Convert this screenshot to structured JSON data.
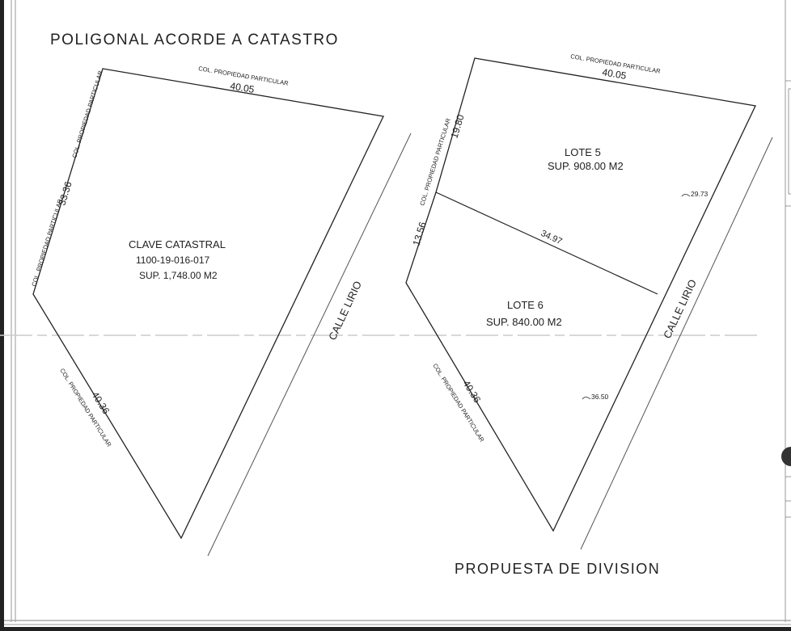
{
  "left_plan": {
    "title": "POLIGONAL ACORDE A CATASTRO",
    "boundary_label": "COL. PROPIEDAD PARTICULAR",
    "top_length": "40.05",
    "left_length": "33.36",
    "bottom_length": "40.36",
    "street": "CALLE LIRIO",
    "parcel": {
      "label": "CLAVE CATASTRAL",
      "key": "1100-19-016-017",
      "area": "SUP. 1,748.00 M2"
    }
  },
  "right_plan": {
    "title": "PROPUESTA DE DIVISION",
    "boundary_label": "COL. PROPIEDAD PARTICULAR",
    "top_length": "40.05",
    "left_upper_length": "19.80",
    "left_lower_length": "13.56",
    "divider_length": "34.97",
    "bottom_length": "40.36",
    "right_upper_length": "29.73",
    "right_lower_length": "36.50",
    "street": "CALLE LIRIO",
    "lots": [
      {
        "label": "LOTE  5",
        "area": "SUP. 908.00 M2"
      },
      {
        "label": "LOTE 6",
        "area": "SUP. 840.00 M2"
      }
    ]
  },
  "colors": {
    "line": "#222222",
    "street_line": "#555555",
    "frame": "#888888"
  }
}
